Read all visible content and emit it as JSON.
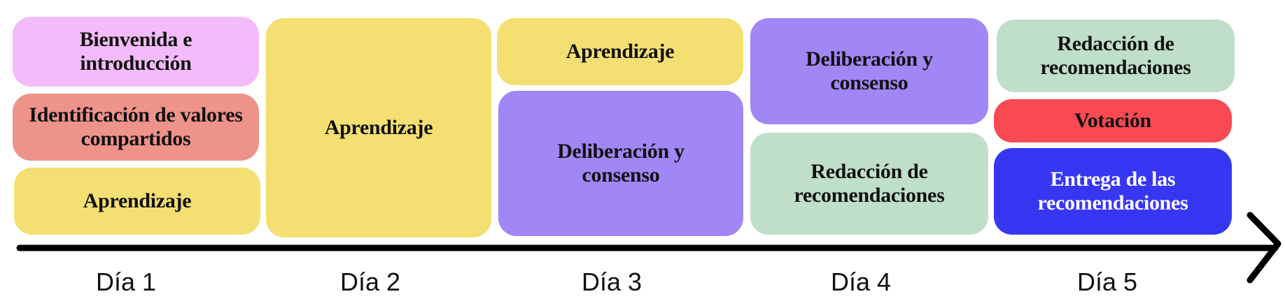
{
  "colors": {
    "pink": "#f3bbf9",
    "salmon": "#ee938a",
    "yellow": "#f4df72",
    "purple": "#a186f5",
    "mint": "#c0dfcb",
    "red": "#f94a53",
    "blue": "#3737f3",
    "axis": "#000000"
  },
  "days": [
    {
      "label": "Día 1",
      "activities": [
        {
          "text": "Bienvenida e introducción",
          "color": "pink"
        },
        {
          "text": "Identificación de valores compartidos",
          "color": "salmon"
        },
        {
          "text": "Aprendizaje",
          "color": "yellow"
        }
      ]
    },
    {
      "label": "Día 2",
      "activities": [
        {
          "text": "Aprendizaje",
          "color": "yellow"
        }
      ]
    },
    {
      "label": "Día 3",
      "activities": [
        {
          "text": "Aprendizaje",
          "color": "yellow"
        },
        {
          "text": "Deliberación y consenso",
          "color": "purple"
        }
      ]
    },
    {
      "label": "Día 4",
      "activities": [
        {
          "text": "Deliberación y consenso",
          "color": "purple"
        },
        {
          "text": "Redacción de recomendaciones",
          "color": "mint"
        }
      ]
    },
    {
      "label": "Día 5",
      "activities": [
        {
          "text": "Redacción de recomendaciones",
          "color": "mint"
        },
        {
          "text": "Votación",
          "color": "red"
        },
        {
          "text": "Entrega de las recomendaciones",
          "color": "blue"
        }
      ]
    }
  ]
}
